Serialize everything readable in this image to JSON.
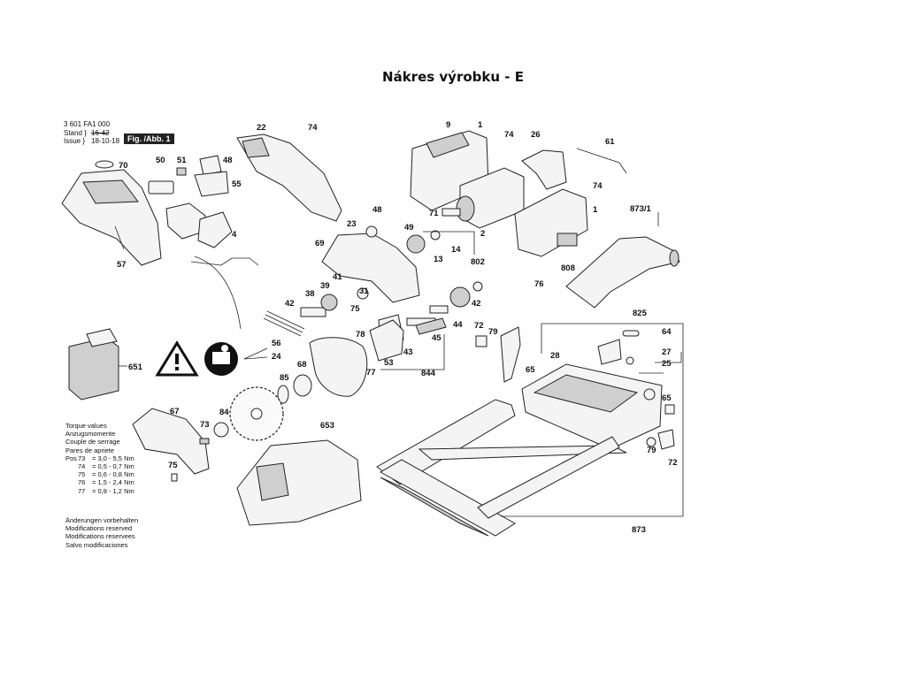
{
  "page": {
    "title": "Nákres výrobku - E"
  },
  "header": {
    "doc_number": "3 601 FA1 000",
    "stand_label": "Stand }",
    "stand_value": "16-42",
    "issue_label": "Issue }",
    "issue_value": "18-10-18",
    "figure_label": "Fig. /Abb. 1"
  },
  "torque": {
    "lines": [
      "Torque values",
      "Anzugsmomente",
      "Couple de serrage",
      "Pares de apriete"
    ],
    "rows": [
      {
        "prefix": "Pos",
        "pos": "73",
        "value": "= 3,0 - 5,5 Nm"
      },
      {
        "prefix": "",
        "pos": "74",
        "value": "= 0,5 - 0,7 Nm"
      },
      {
        "prefix": "",
        "pos": "75",
        "value": "= 0,6 - 0,8 Nm"
      },
      {
        "prefix": "",
        "pos": "76",
        "value": "= 1,5 - 2,4 Nm"
      },
      {
        "prefix": "",
        "pos": "77",
        "value": "= 0,8 - 1,2 Nm"
      }
    ]
  },
  "changes": [
    "Änderungen vorbehalten",
    "Modifications reserved",
    "Modifications reservees",
    "Salvo modificaciones"
  ],
  "callouts": [
    "22",
    "74",
    "9",
    "1",
    "74",
    "26",
    "61",
    "70",
    "50",
    "51",
    "48",
    "55",
    "4",
    "57",
    "74",
    "1",
    "873/1",
    "48",
    "49",
    "71",
    "23",
    "69",
    "13",
    "14",
    "2",
    "802",
    "808",
    "76",
    "39",
    "41",
    "31",
    "38",
    "75",
    "42",
    "42",
    "825",
    "64",
    "28",
    "27",
    "25",
    "56",
    "24",
    "78",
    "53",
    "43",
    "45",
    "44",
    "72",
    "79",
    "65",
    "651",
    "68",
    "85",
    "77",
    "844",
    "65",
    "84",
    "67",
    "73",
    "75",
    "79",
    "72",
    "653",
    "873"
  ],
  "icons": [
    "warning-triangle-icon",
    "read-manual-icon"
  ],
  "colors": {
    "ink": "#111111",
    "part_fill": "#f4f4f4"
  }
}
